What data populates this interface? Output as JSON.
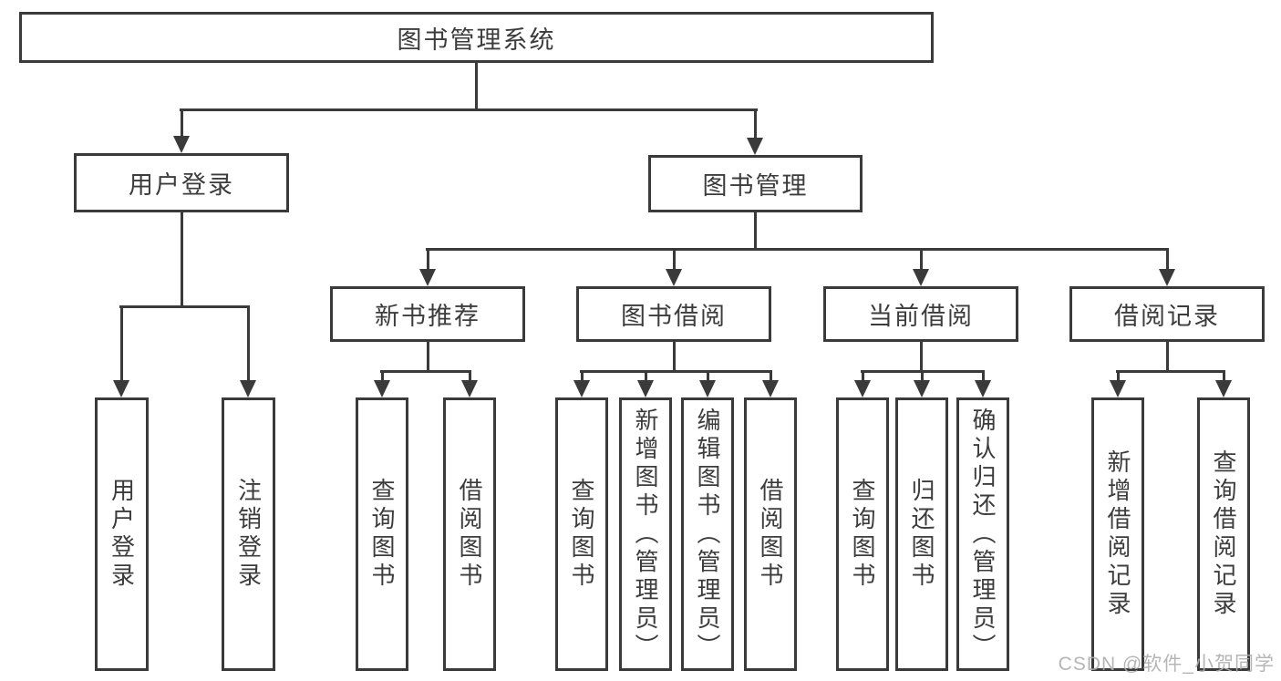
{
  "title": "图书管理系统",
  "level2": {
    "user_login": "用户登录",
    "book_mgmt": "图书管理"
  },
  "level3": {
    "new_books": "新书推荐",
    "book_borrow": "图书借阅",
    "current_borrow": "当前借阅",
    "borrow_records": "借阅记录"
  },
  "leaves": {
    "user_login": {
      "a": "用户登录",
      "b": "注销登录"
    },
    "new_books": {
      "a": "查询图书",
      "b": "借阅图书"
    },
    "book_borrow": {
      "a": "查询图书",
      "b": "新增图书（管理员）",
      "c": "编辑图书（管理员）",
      "d": "借阅图书"
    },
    "current_borrow": {
      "a": "查询图书",
      "b": "归还图书",
      "c": "确认归还（管理员）"
    },
    "borrow_records": {
      "a": "新增借阅记录",
      "b": "查询借阅记录"
    }
  },
  "watermark": "CSDN @软件_小贺同学",
  "colors": {
    "line": "#3a3a3a",
    "text": "#3c3c3c",
    "watermark_gray": "#aeaeae",
    "background": "#ffffff"
  }
}
